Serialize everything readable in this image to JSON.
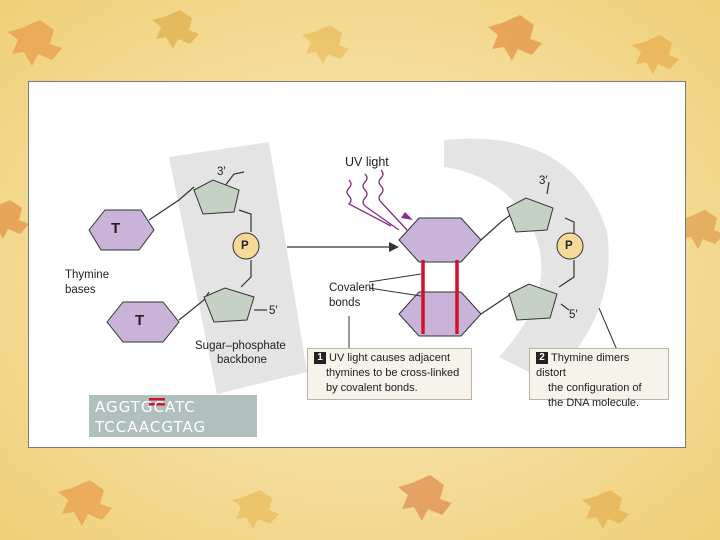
{
  "labels": {
    "uv_light": "UV light",
    "three_prime_left": "3′",
    "five_prime_left": "5′",
    "three_prime_right": "3′",
    "five_prime_right": "5′",
    "thymine_top": "T",
    "thymine_bottom": "T",
    "phosphate_left": "P",
    "phosphate_right": "P",
    "thymine_bases_line1": "Thymine",
    "thymine_bases_line2": "bases",
    "covalent_line1": "Covalent",
    "covalent_line2": "bonds",
    "backbone_line1": "Sugar–phosphate",
    "backbone_line2": "backbone"
  },
  "callouts": [
    {
      "number": "1",
      "line1": "UV light causes adjacent",
      "line2": "thymines to be cross-linked",
      "line3": "by covalent bonds."
    },
    {
      "number": "2",
      "line1": "Thymine dimers distort",
      "line2": "the configuration of",
      "line3": "the DNA molecule."
    }
  ],
  "sequence": {
    "top": [
      "AG",
      "G",
      "T",
      "G",
      "CATC"
    ],
    "bottom": "TCCAACGTAG"
  },
  "colors": {
    "thymine": "#c9b3d9",
    "sugar": "#c4d1c4",
    "phosphate": "#f7d99a",
    "bond": "#d0112b",
    "uv": "#8a2c8a",
    "shadow": "#e2e2e2"
  }
}
